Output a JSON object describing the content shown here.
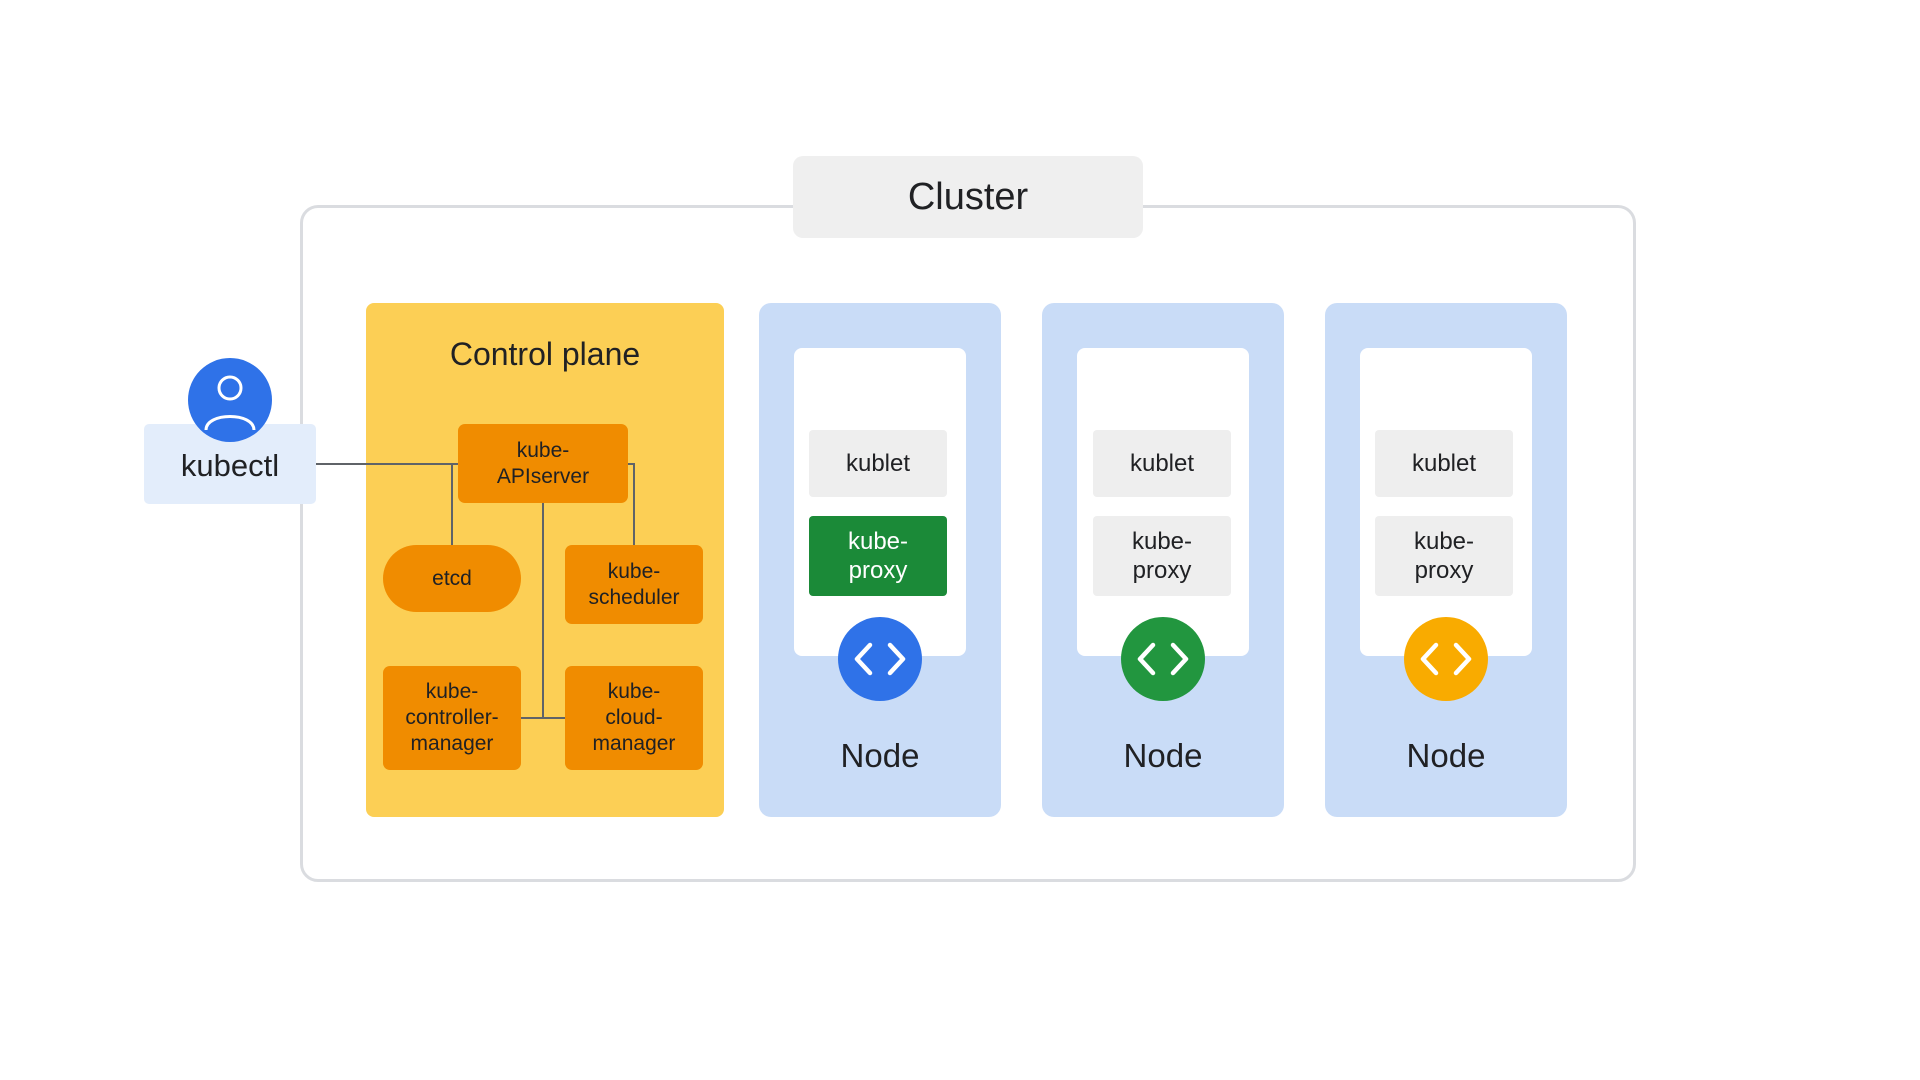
{
  "cluster": {
    "title": "Cluster"
  },
  "kubectl": {
    "label": "kubectl",
    "icon": "user-icon",
    "icon_color": "#2f72e8"
  },
  "control_plane": {
    "title": "Control plane",
    "color": "#fccf55",
    "component_color": "#f08c00",
    "components": {
      "apiserver": "kube-\nAPIserver",
      "etcd": "etcd",
      "scheduler": "kube-\nscheduler",
      "controller_manager": "kube-\ncontroller-\nmanager",
      "cloud_manager": "kube-\ncloud-\nmanager"
    }
  },
  "nodes": [
    {
      "label": "Node",
      "kubelet": "kublet",
      "kube_proxy": "kube-\nproxy",
      "kube_proxy_highlighted": true,
      "icon": "code-icon",
      "icon_color": "#2f72e8"
    },
    {
      "label": "Node",
      "kubelet": "kublet",
      "kube_proxy": "kube-\nproxy",
      "kube_proxy_highlighted": false,
      "icon": "code-icon",
      "icon_color": "#22963f"
    },
    {
      "label": "Node",
      "kubelet": "kublet",
      "kube_proxy": "kube-\nproxy",
      "kube_proxy_highlighted": false,
      "icon": "code-icon",
      "icon_color": "#f9ab00"
    }
  ]
}
